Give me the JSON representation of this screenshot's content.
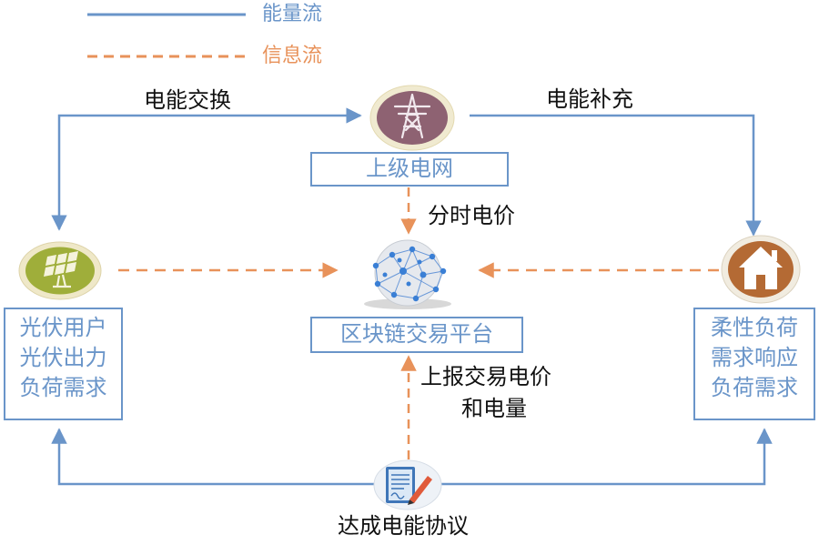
{
  "legend": {
    "energy_flow": "能量流",
    "info_flow": "信息流"
  },
  "colors": {
    "energy": "#6a95c9",
    "info": "#e8925a",
    "box_border": "#6a95c9",
    "grid_icon": "#8e6272",
    "pv_icon": "#9fae3a",
    "home_icon": "#b46a34"
  },
  "edges": {
    "exchange": "电能交换",
    "supplement": "电能补充",
    "tou_price": "分时电价",
    "report_line1": "上报交易电价",
    "report_line2": "和电量",
    "agreement": "达成电能协议"
  },
  "nodes": {
    "grid": {
      "label": "上级电网",
      "icon": "power-tower-icon"
    },
    "platform": {
      "label": "区块链交易平台",
      "icon": "blockchain-network-icon"
    },
    "pv_user": {
      "lines": [
        "光伏用户",
        "光伏出力",
        "负荷需求"
      ],
      "icon": "solar-panel-icon"
    },
    "flex_load": {
      "lines": [
        "柔性负荷",
        "需求响应",
        "负荷需求"
      ],
      "icon": "house-icon"
    },
    "contract": {
      "icon": "contract-pen-icon"
    }
  }
}
